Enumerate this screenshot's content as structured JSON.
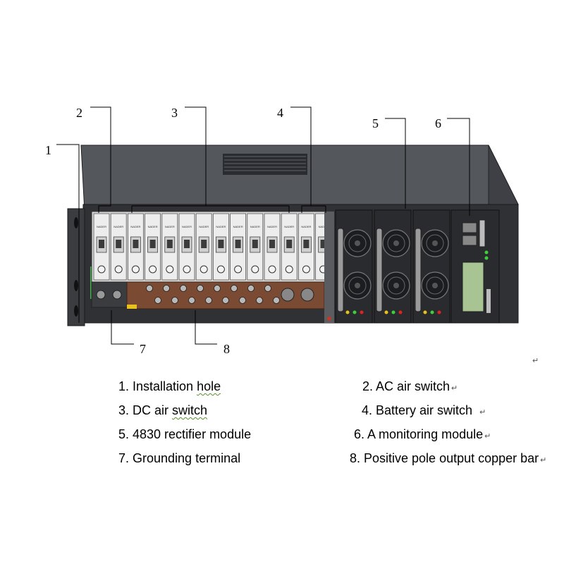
{
  "callouts": [
    "1",
    "2",
    "3",
    "4",
    "5",
    "6",
    "7",
    "8"
  ],
  "legend": {
    "item1_prefix": "1. Installation ",
    "item1_word": "hole",
    "item2": "2. AC air switch",
    "item3_prefix": "3. DC air ",
    "item3_word": "switch",
    "item4": "4. Battery air switch",
    "item5": "5. 4830 rectifier module",
    "item6": "6. A monitoring module",
    "item7": "7. Grounding terminal",
    "item8": "8. Positive pole output copper bar"
  },
  "return_mark": "↵",
  "breaker_label": "NADER",
  "colors": {
    "chassis_top": "#54575c",
    "chassis_front": "#2f3135",
    "breaker": "#ededed",
    "copper_bar": "#7a4a33",
    "module": "#2a2b2e",
    "lcd": "#a8c493",
    "led_green": "#3bd13b",
    "led_red": "#e02222",
    "led_yellow": "#e8c21c"
  }
}
